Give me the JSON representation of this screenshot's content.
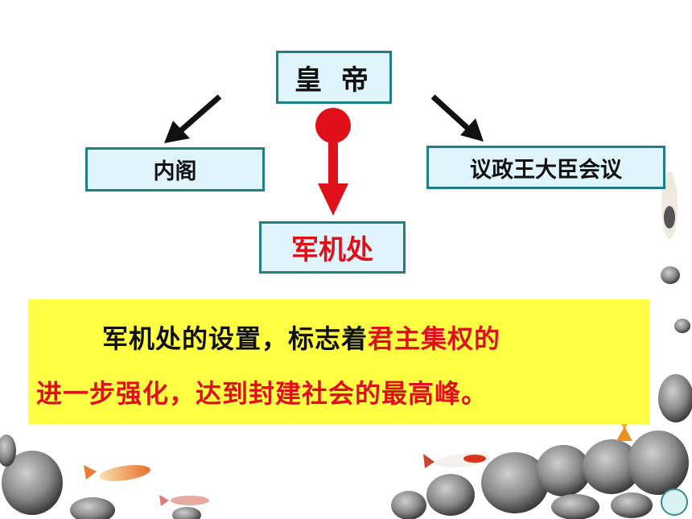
{
  "diagram": {
    "top_node": "皇 帝",
    "left_node": "内阁",
    "right_node": "议政王大臣会议",
    "bottom_node": "军机处"
  },
  "conclusion": {
    "line1_part1": "军机处的设置，标志着",
    "line1_part2": "君主集权的",
    "line2": "进一步强化，达到封建社会的最高峰。"
  },
  "colors": {
    "box_fill": "#dff4fb",
    "box_border": "#1f7f86",
    "highlight_red": "#e0101b",
    "banner_yellow": "#ffff44"
  }
}
